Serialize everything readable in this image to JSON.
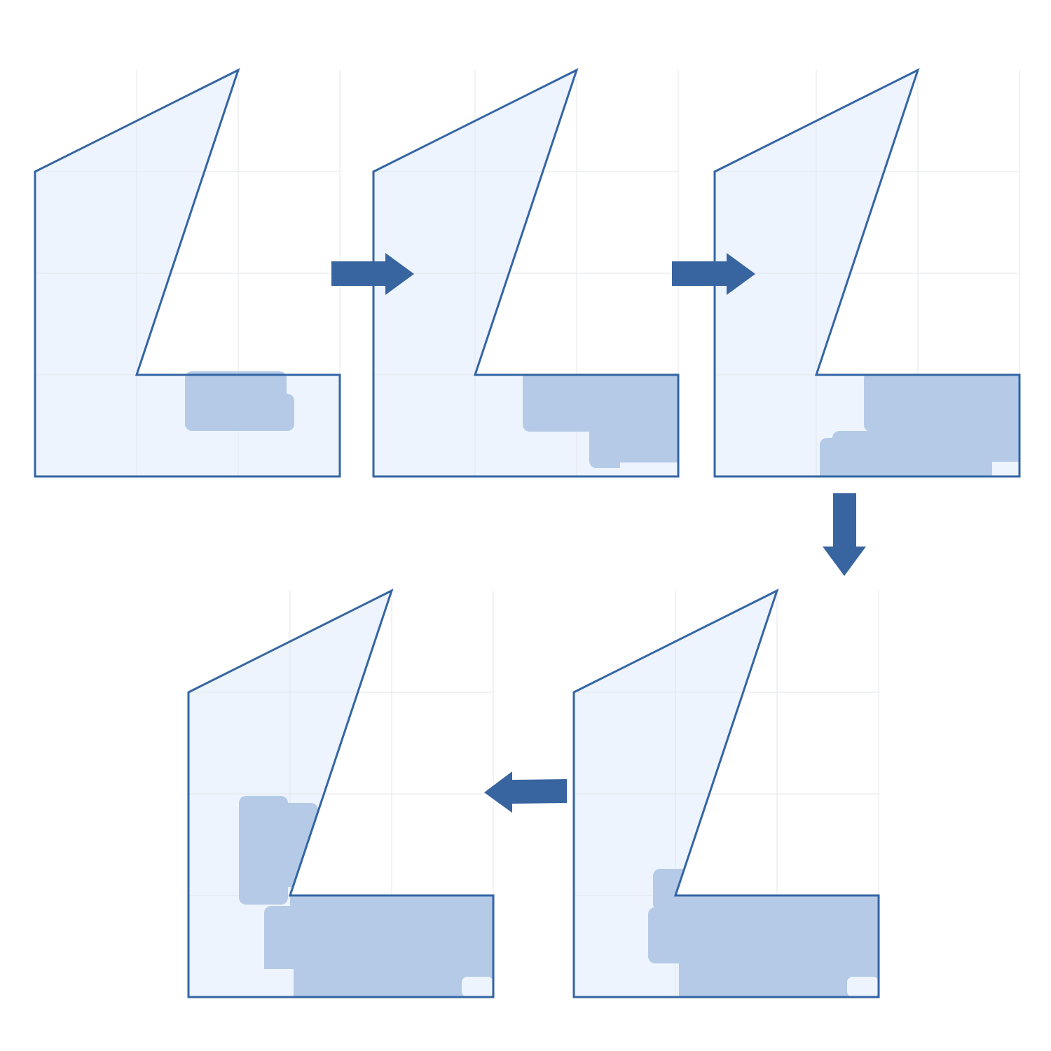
{
  "diagram": {
    "description_items": [],
    "panels": [
      {
        "id": "step-1"
      },
      {
        "id": "step-2"
      },
      {
        "id": "step-3"
      },
      {
        "id": "step-4"
      },
      {
        "id": "step-5"
      }
    ],
    "arrows": [
      {
        "from": "step-1",
        "to": "step-2",
        "direction": "right"
      },
      {
        "from": "step-2",
        "to": "step-3",
        "direction": "right"
      },
      {
        "from": "step-3",
        "to": "step-4",
        "direction": "down"
      },
      {
        "from": "step-4",
        "to": "step-5",
        "direction": "left"
      }
    ],
    "colors": {
      "outline": "#3465a4",
      "shape_fill": "#edf4fd",
      "filled_area": "#b4cae7",
      "grid": "#e3e6ea",
      "arrow": "#38649f"
    }
  }
}
